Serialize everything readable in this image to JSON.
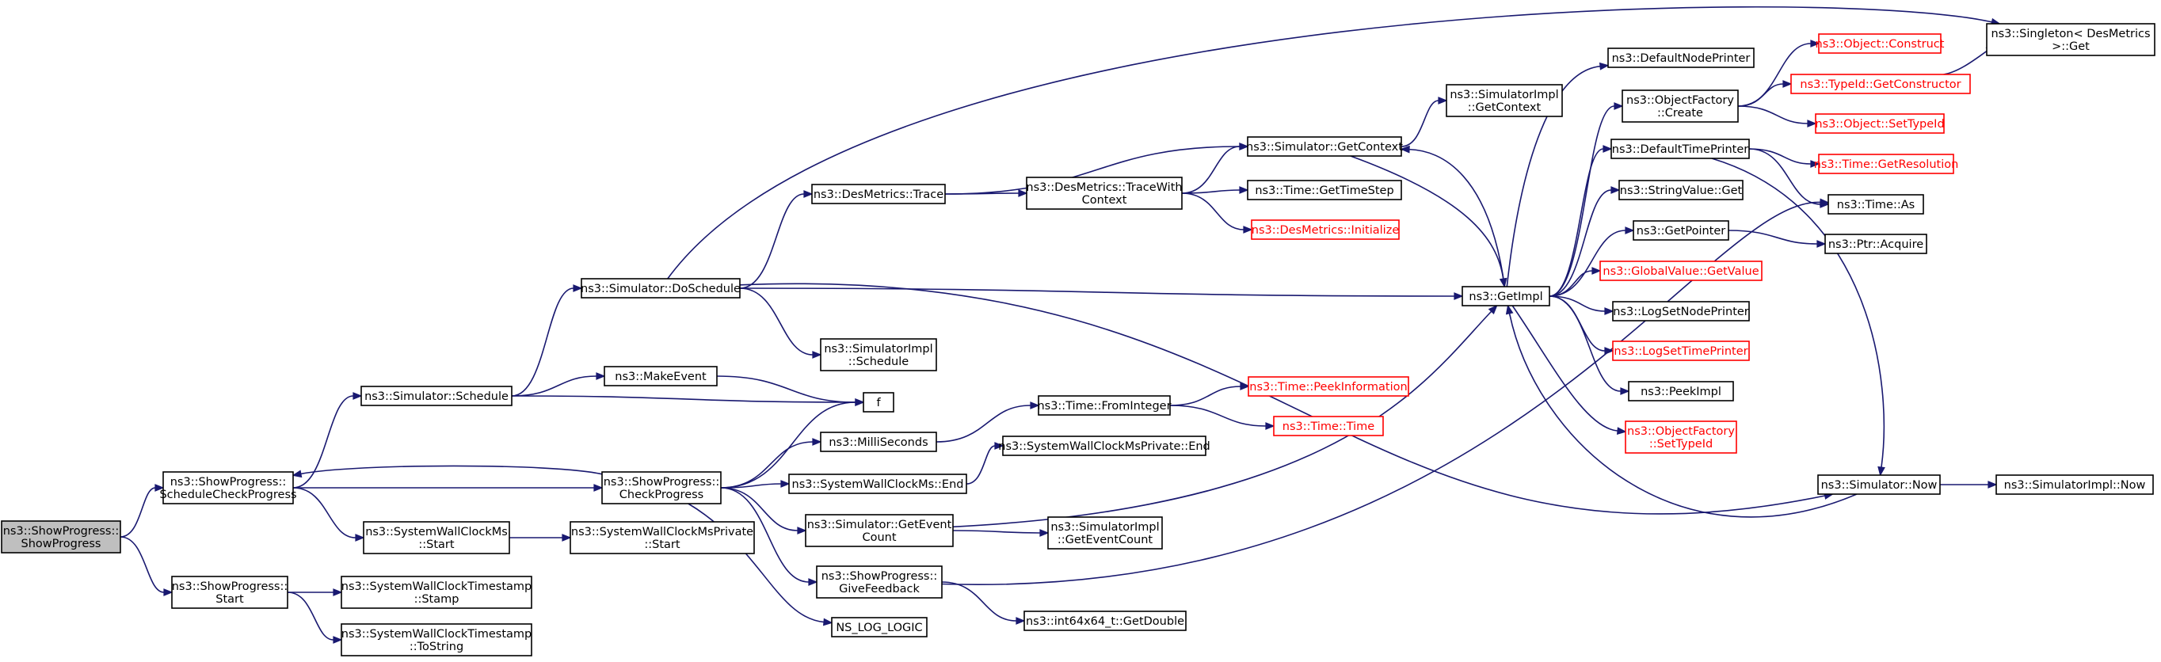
{
  "nodes": [
    {
      "id": "root",
      "lines": [
        "ns3::ShowProgress::",
        "ShowProgress"
      ],
      "kind": "root"
    },
    {
      "id": "sched_check",
      "lines": [
        "ns3::ShowProgress::",
        "ScheduleCheckProgress"
      ]
    },
    {
      "id": "sp_start",
      "lines": [
        "ns3::ShowProgress::",
        "Start"
      ]
    },
    {
      "id": "sim_schedule",
      "lines": [
        "ns3::Simulator::Schedule"
      ]
    },
    {
      "id": "swcm_start",
      "lines": [
        "ns3::SystemWallClockMs",
        "::Start"
      ]
    },
    {
      "id": "swct_stamp",
      "lines": [
        "ns3::SystemWallClockTimestamp",
        "::Stamp"
      ]
    },
    {
      "id": "swct_tostring",
      "lines": [
        "ns3::SystemWallClockTimestamp",
        "::ToString"
      ]
    },
    {
      "id": "sim_doschedule",
      "lines": [
        "ns3::Simulator::DoSchedule"
      ]
    },
    {
      "id": "makeevent",
      "lines": [
        "ns3::MakeEvent"
      ]
    },
    {
      "id": "f",
      "lines": [
        "f"
      ]
    },
    {
      "id": "check_progress",
      "lines": [
        "ns3::ShowProgress::",
        "CheckProgress"
      ]
    },
    {
      "id": "swcmp_start",
      "lines": [
        "ns3::SystemWallClockMsPrivate",
        "::Start"
      ]
    },
    {
      "id": "desmetrics_trace",
      "lines": [
        "ns3::DesMetrics::Trace"
      ]
    },
    {
      "id": "simimpl_schedule",
      "lines": [
        "ns3::SimulatorImpl",
        "::Schedule"
      ]
    },
    {
      "id": "milliseconds",
      "lines": [
        "ns3::MilliSeconds"
      ]
    },
    {
      "id": "swcm_end",
      "lines": [
        "ns3::SystemWallClockMs::End"
      ]
    },
    {
      "id": "sim_geteventcount",
      "lines": [
        "ns3::Simulator::GetEvent",
        "Count"
      ]
    },
    {
      "id": "giveFeedback",
      "lines": [
        "ns3::ShowProgress::",
        "GiveFeedback"
      ]
    },
    {
      "id": "ns_log_logic",
      "lines": [
        "NS_LOG_LOGIC"
      ]
    },
    {
      "id": "desmetrics_tracewith",
      "lines": [
        "ns3::DesMetrics::TraceWith",
        "Context"
      ]
    },
    {
      "id": "time_frominteger",
      "lines": [
        "ns3::Time::FromInteger"
      ]
    },
    {
      "id": "swcmp_end",
      "lines": [
        "ns3::SystemWallClockMsPrivate::End"
      ]
    },
    {
      "id": "simimpl_geteventcount",
      "lines": [
        "ns3::SimulatorImpl",
        "::GetEventCount"
      ]
    },
    {
      "id": "int64_getdouble",
      "lines": [
        "ns3::int64x64_t::GetDouble"
      ]
    },
    {
      "id": "sim_getcontext",
      "lines": [
        "ns3::Simulator::GetContext"
      ]
    },
    {
      "id": "time_gettimestep",
      "lines": [
        "ns3::Time::GetTimeStep"
      ]
    },
    {
      "id": "desmetrics_initialize",
      "lines": [
        "ns3::DesMetrics::Initialize"
      ],
      "kind": "red"
    },
    {
      "id": "time_peekinfo",
      "lines": [
        "ns3::Time::PeekInformation"
      ],
      "kind": "red"
    },
    {
      "id": "time_time",
      "lines": [
        "ns3::Time::Time"
      ],
      "kind": "red"
    },
    {
      "id": "simimpl_getcontext",
      "lines": [
        "ns3::SimulatorImpl",
        "::GetContext"
      ]
    },
    {
      "id": "getimpl",
      "lines": [
        "ns3::GetImpl"
      ]
    },
    {
      "id": "defaultnodeprinter",
      "lines": [
        "ns3::DefaultNodePrinter"
      ]
    },
    {
      "id": "objectfactory_create",
      "lines": [
        "ns3::ObjectFactory",
        "::Create"
      ]
    },
    {
      "id": "defaulttimeprinter",
      "lines": [
        "ns3::DefaultTimePrinter"
      ]
    },
    {
      "id": "stringvalue_get",
      "lines": [
        "ns3::StringValue::Get"
      ]
    },
    {
      "id": "getpointer",
      "lines": [
        "ns3::GetPointer"
      ]
    },
    {
      "id": "globalvalue_getvalue",
      "lines": [
        "ns3::GlobalValue::GetValue"
      ],
      "kind": "red"
    },
    {
      "id": "logsetnodeprinter",
      "lines": [
        "ns3::LogSetNodePrinter"
      ]
    },
    {
      "id": "logsettimeprinter",
      "lines": [
        "ns3::LogSetTimePrinter"
      ],
      "kind": "red"
    },
    {
      "id": "peekimpl",
      "lines": [
        "ns3::PeekImpl"
      ]
    },
    {
      "id": "objectfactory_settypeid",
      "lines": [
        "ns3::ObjectFactory",
        "::SetTypeId"
      ],
      "kind": "red"
    },
    {
      "id": "sim_now",
      "lines": [
        "ns3::Simulator::Now"
      ]
    },
    {
      "id": "object_construct",
      "lines": [
        "ns3::Object::Construct"
      ],
      "kind": "red"
    },
    {
      "id": "typeid_getconstructor",
      "lines": [
        "ns3::TypeId::GetConstructor"
      ],
      "kind": "red"
    },
    {
      "id": "object_settypeid",
      "lines": [
        "ns3::Object::SetTypeId"
      ],
      "kind": "red"
    },
    {
      "id": "time_getresolution",
      "lines": [
        "ns3::Time::GetResolution"
      ],
      "kind": "red"
    },
    {
      "id": "time_as",
      "lines": [
        "ns3::Time::As"
      ]
    },
    {
      "id": "ptr_acquire",
      "lines": [
        "ns3::Ptr::Acquire"
      ]
    },
    {
      "id": "simimpl_now",
      "lines": [
        "ns3::SimulatorImpl::Now"
      ]
    },
    {
      "id": "singleton_get",
      "lines": [
        "ns3::Singleton< DesMetrics",
        " >::Get"
      ]
    }
  ],
  "edges": [
    [
      "root",
      "sched_check"
    ],
    [
      "root",
      "sp_start"
    ],
    [
      "sched_check",
      "sim_schedule"
    ],
    [
      "sched_check",
      "check_progress"
    ],
    [
      "sched_check",
      "swcm_start"
    ],
    [
      "sp_start",
      "swct_stamp"
    ],
    [
      "sp_start",
      "swct_tostring"
    ],
    [
      "sim_schedule",
      "sim_doschedule"
    ],
    [
      "sim_schedule",
      "makeevent"
    ],
    [
      "sim_schedule",
      "f"
    ],
    [
      "swcm_start",
      "swcmp_start"
    ],
    [
      "makeevent",
      "f"
    ],
    [
      "check_progress",
      "sched_check"
    ],
    [
      "check_progress",
      "f"
    ],
    [
      "check_progress",
      "milliseconds"
    ],
    [
      "check_progress",
      "swcm_end"
    ],
    [
      "check_progress",
      "sim_geteventcount"
    ],
    [
      "check_progress",
      "giveFeedback"
    ],
    [
      "check_progress",
      "ns_log_logic"
    ],
    [
      "sim_doschedule",
      "desmetrics_trace"
    ],
    [
      "sim_doschedule",
      "simimpl_schedule"
    ],
    [
      "sim_doschedule",
      "getimpl"
    ],
    [
      "sim_doschedule",
      "singleton_get"
    ],
    [
      "sim_doschedule",
      "sim_now"
    ],
    [
      "desmetrics_trace",
      "desmetrics_tracewith"
    ],
    [
      "desmetrics_trace",
      "sim_getcontext"
    ],
    [
      "desmetrics_tracewith",
      "sim_getcontext"
    ],
    [
      "desmetrics_tracewith",
      "time_gettimestep"
    ],
    [
      "desmetrics_tracewith",
      "desmetrics_initialize"
    ],
    [
      "milliseconds",
      "time_frominteger"
    ],
    [
      "time_frominteger",
      "time_peekinfo"
    ],
    [
      "time_frominteger",
      "time_time"
    ],
    [
      "swcm_end",
      "swcmp_end"
    ],
    [
      "sim_geteventcount",
      "simimpl_geteventcount"
    ],
    [
      "sim_geteventcount",
      "getimpl"
    ],
    [
      "giveFeedback",
      "int64_getdouble"
    ],
    [
      "giveFeedback",
      "time_as"
    ],
    [
      "sim_getcontext",
      "simimpl_getcontext"
    ],
    [
      "sim_getcontext",
      "getimpl"
    ],
    [
      "getimpl",
      "sim_getcontext"
    ],
    [
      "getimpl",
      "defaultnodeprinter"
    ],
    [
      "getimpl",
      "objectfactory_create"
    ],
    [
      "getimpl",
      "defaulttimeprinter"
    ],
    [
      "getimpl",
      "stringvalue_get"
    ],
    [
      "getimpl",
      "getpointer"
    ],
    [
      "getimpl",
      "globalvalue_getvalue"
    ],
    [
      "getimpl",
      "logsetnodeprinter"
    ],
    [
      "getimpl",
      "logsettimeprinter"
    ],
    [
      "getimpl",
      "peekimpl"
    ],
    [
      "getimpl",
      "objectfactory_settypeid"
    ],
    [
      "sim_now",
      "getimpl"
    ],
    [
      "sim_now",
      "simimpl_now"
    ],
    [
      "objectfactory_create",
      "object_construct"
    ],
    [
      "objectfactory_create",
      "typeid_getconstructor"
    ],
    [
      "objectfactory_create",
      "object_settypeid"
    ],
    [
      "defaulttimeprinter",
      "time_getresolution"
    ],
    [
      "defaulttimeprinter",
      "time_as"
    ],
    [
      "defaulttimeprinter",
      "sim_now"
    ],
    [
      "getpointer",
      "ptr_acquire"
    ],
    [
      "typeid_getconstructor",
      "singleton_get"
    ]
  ],
  "colors": {
    "edge": "#191970",
    "border": "#000000",
    "missing_border": "#ff0000",
    "root_fill": "#bfbfbf"
  }
}
